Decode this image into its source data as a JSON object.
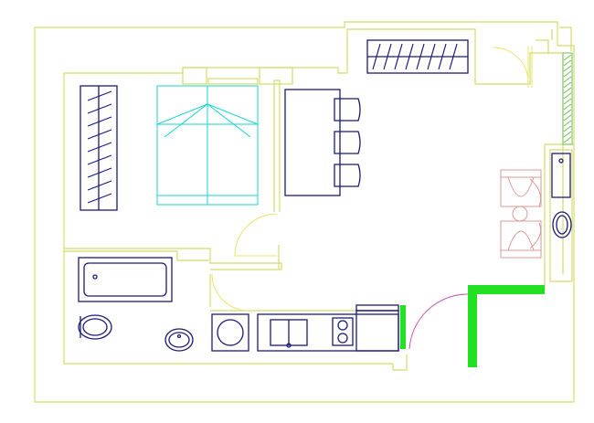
{
  "palette": {
    "background": "#ffffff",
    "walls": "#d4dc6a",
    "furniture": "#1a1a7a",
    "bed": "#19d3d3",
    "chairs": "#dc9a9a",
    "door_swing": "#e9e46a",
    "door_pink": "#c05ab4",
    "green_wall": "#22e022",
    "hatch": "#6fbf5a"
  },
  "rooms": [
    {
      "name": "bedroom-living",
      "items": [
        "wardrobe",
        "double-bed",
        "desk-with-3-stools"
      ]
    },
    {
      "name": "entry",
      "items": [
        "entry-wardrobe",
        "entry-door"
      ]
    },
    {
      "name": "bathroom",
      "items": [
        "bathtub",
        "toilet",
        "sink",
        "washing-machine"
      ]
    },
    {
      "name": "kitchenette",
      "items": [
        "double-sink",
        "hob",
        "fridge"
      ]
    },
    {
      "name": "lounge",
      "items": [
        "two-armchairs",
        "round-table"
      ]
    },
    {
      "name": "shower-room",
      "items": [
        "shower",
        "wash-basin"
      ]
    }
  ]
}
